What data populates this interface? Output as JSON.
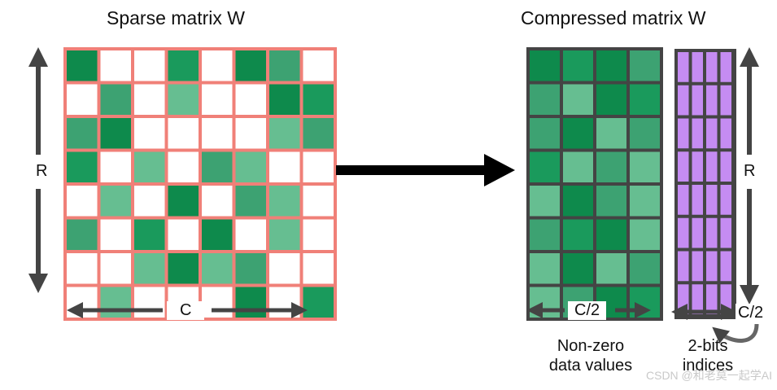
{
  "left_title": "Sparse matrix W",
  "right_title": "Compressed matrix W",
  "left_r_label": "R",
  "left_c_label": "C",
  "right_r_label": "R",
  "values_c_label": "C/2",
  "indices_c_label": "C/2",
  "values_caption": [
    "Non-zero",
    "data values"
  ],
  "indices_caption": [
    "2-bits",
    "indices"
  ],
  "watermark": "CSDN @和老莫一起学AI",
  "colors": {
    "grid_border": "#f08078",
    "dark_border": "#444444",
    "arrow": "#000000",
    "axis_arrow": "#444444",
    "index_purple": "#c58cf2",
    "empty": "#ffffff",
    "greens": [
      "#0e8a4c",
      "#3da272",
      "#66be91",
      "#1a9a5c"
    ]
  },
  "sparse_matrix": [
    [
      0,
      -1,
      -1,
      3,
      -1,
      0,
      1,
      -1
    ],
    [
      -1,
      1,
      -1,
      2,
      -1,
      -1,
      0,
      3
    ],
    [
      1,
      0,
      -1,
      -1,
      -1,
      -1,
      2,
      1
    ],
    [
      3,
      -1,
      2,
      -1,
      1,
      2,
      -1,
      -1
    ],
    [
      -1,
      2,
      -1,
      0,
      -1,
      1,
      2,
      -1
    ],
    [
      1,
      -1,
      3,
      -1,
      0,
      -1,
      2,
      -1
    ],
    [
      -1,
      -1,
      2,
      0,
      2,
      1,
      -1,
      -1
    ],
    [
      -1,
      2,
      -1,
      -1,
      -1,
      0,
      -1,
      3
    ]
  ],
  "compressed_values": [
    [
      0,
      3,
      0,
      1
    ],
    [
      1,
      2,
      0,
      3
    ],
    [
      1,
      0,
      2,
      1
    ],
    [
      3,
      2,
      1,
      2
    ],
    [
      2,
      0,
      1,
      2
    ],
    [
      1,
      3,
      0,
      2
    ],
    [
      2,
      0,
      2,
      1
    ],
    [
      2,
      1,
      0,
      3
    ]
  ],
  "index_columns": 4,
  "index_rows": 8
}
